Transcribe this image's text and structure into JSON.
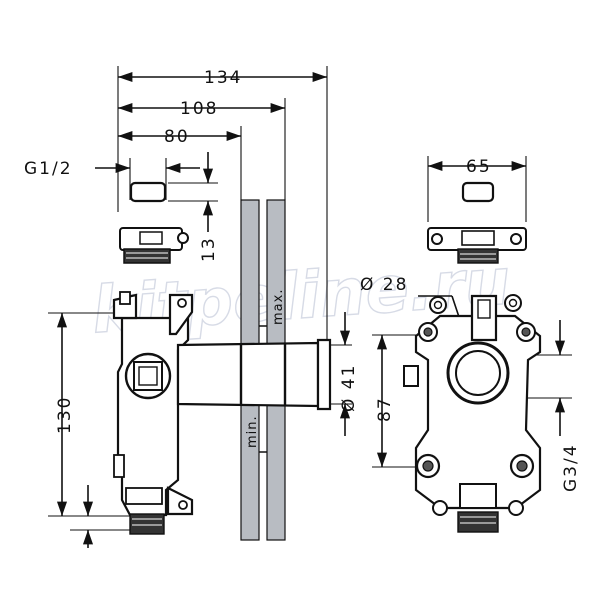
{
  "watermark": "kitpeline.ru",
  "dimensions": {
    "d134": "134",
    "d108": "108",
    "d80": "80",
    "g12": "G1/2",
    "d13": "13",
    "d130": "130",
    "max": "max.",
    "min": "min.",
    "d41": "Ø 41",
    "d65": "65",
    "d28": "Ø 28",
    "d87": "87",
    "g34": "G3/4"
  },
  "colors": {
    "line": "#111111",
    "wall": "#b8bcc2",
    "watermark": "#d7dbe6"
  }
}
